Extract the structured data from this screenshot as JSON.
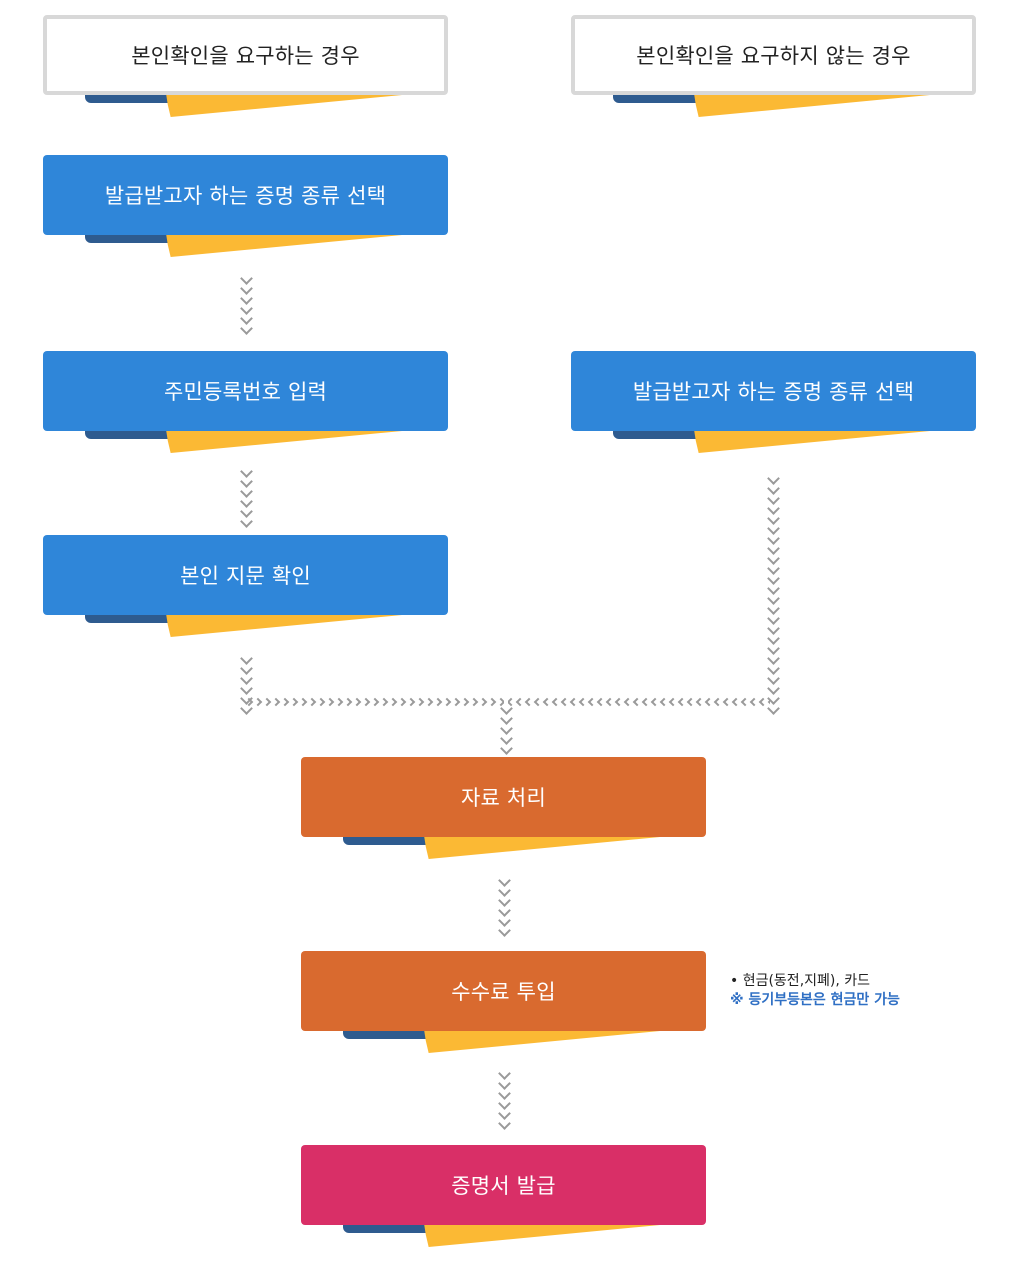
{
  "header": {
    "left": "본인확인을 요구하는 경우",
    "right": "본인확인을 요구하지 않는 경우"
  },
  "left_column": {
    "step1": "발급받고자 하는 증명 종류 선택",
    "step2": "주민등록번호 입력",
    "step3": "본인 지문 확인"
  },
  "right_column": {
    "step1": "발급받고자 하는 증명 종류 선택"
  },
  "center": {
    "step1": "자료 처리",
    "step2": "수수료 투입",
    "step3": "증명서 발급"
  },
  "note": {
    "line1": "• 현금(동전,지폐), 카드",
    "line2": "※ 등기부등본은 현금만 가능"
  },
  "colors": {
    "header_box": "#ffffff",
    "blue_box": "#2f86d9",
    "orange_box": "#d96a2f",
    "pink_box": "#d92f67",
    "ribbon_blue": "#2e5b8f",
    "ribbon_yellow": "#fbb934",
    "note_highlight": "#2f6fc4"
  }
}
